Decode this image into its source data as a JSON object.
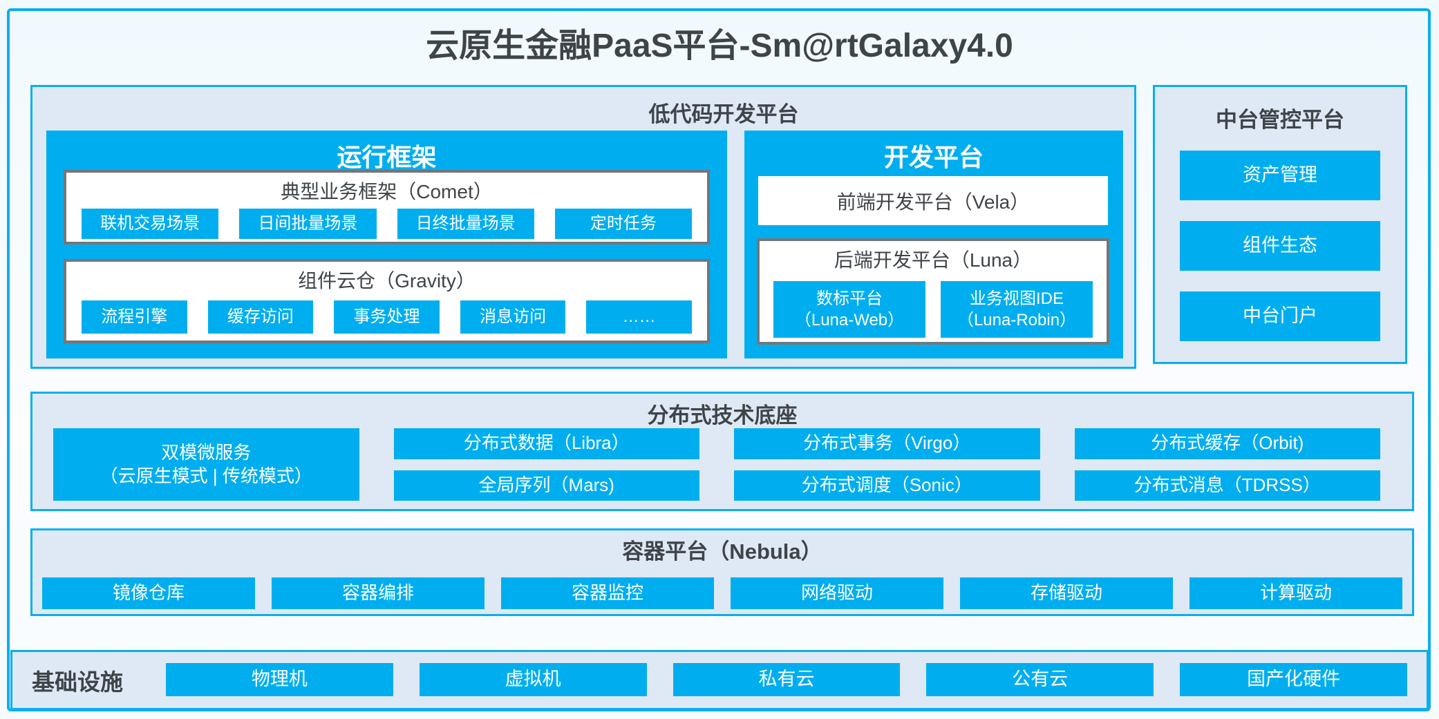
{
  "title": "云原生金融PaaS平台-Sm@rtGalaxy4.0",
  "colors": {
    "accent_blue": "#00AEEF",
    "border_blue": "#0BAEEF",
    "section_bg": "#DEE9F5",
    "dark_text": "#3F4448",
    "gray_border": "#73777B",
    "chip_text": "#FFFFFF"
  },
  "low_code": {
    "title": "低代码开发平台",
    "runtime": {
      "title": "运行框架",
      "comet": {
        "title": "典型业务框架（Comet）",
        "items": [
          "联机交易场景",
          "日间批量场景",
          "日终批量场景",
          "定时任务"
        ]
      },
      "gravity": {
        "title": "组件云仓（Gravity）",
        "items": [
          "流程引擎",
          "缓存访问",
          "事务处理",
          "消息访问",
          "……"
        ]
      }
    },
    "dev": {
      "title": "开发平台",
      "vela": "前端开发平台（Vela）",
      "luna": {
        "title": "后端开发平台（Luna）",
        "items": [
          {
            "line1": "数标平台",
            "line2": "（Luna-Web）"
          },
          {
            "line1": "业务视图IDE",
            "line2": "（Luna-Robin）"
          }
        ]
      }
    }
  },
  "mid_platform": {
    "title": "中台管控平台",
    "items": [
      "资产管理",
      "组件生态",
      "中台门户"
    ]
  },
  "distributed": {
    "title": "分布式技术底座",
    "dual_mode": {
      "line1": "双模微服务",
      "line2": "（云原生模式 | 传统模式）"
    },
    "row1": [
      "分布式数据（Libra）",
      "分布式事务（Virgo）",
      "分布式缓存（Orbit)"
    ],
    "row2": [
      "全局序列（Mars)",
      "分布式调度（Sonic）",
      "分布式消息（TDRSS）"
    ]
  },
  "container_platform": {
    "title": "容器平台（Nebula）",
    "items": [
      "镜像仓库",
      "容器编排",
      "容器监控",
      "网络驱动",
      "存储驱动",
      "计算驱动"
    ]
  },
  "infrastructure": {
    "title": "基础设施",
    "items": [
      "物理机",
      "虚拟机",
      "私有云",
      "公有云",
      "国产化硬件"
    ]
  }
}
